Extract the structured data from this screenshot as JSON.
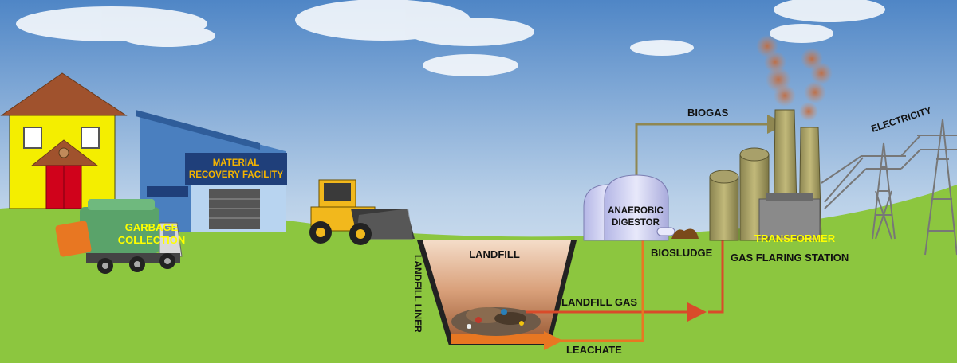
{
  "labels": {
    "garbage_collection": [
      "GARBAGE",
      "COLLECTION"
    ],
    "material_recovery_facility": [
      "MATERIAL",
      "RECOVERY FACILITY"
    ],
    "landfill": "LANDFILL",
    "landfill_liner": "LANDFILL LINER",
    "landfill_gas": "LANDFILL GAS",
    "leachate": "LEACHATE",
    "anaerobic_digestor": [
      "ANAEROBIC",
      "DIGESTOR"
    ],
    "biosludge": "BIOSLUDGE",
    "biogas": "BIOGAS",
    "transformer": "TRANSFORMER",
    "gas_flaring_station": "GAS FLARING STATION",
    "electricity": "ELECTRICITY"
  },
  "colors": {
    "sky_top": "#4f86c6",
    "sky_bottom": "#e9f0f6",
    "grass": "#8cc63f",
    "label_yellow": "#ffff00",
    "label_orange": "#f4b400",
    "label_dark": "#111111",
    "biogas_pipe": "#8f8752",
    "gas_pipe": "#e05a2a",
    "leachate_pipe": "#e87722",
    "landfill_fill": "#c98a5e"
  }
}
